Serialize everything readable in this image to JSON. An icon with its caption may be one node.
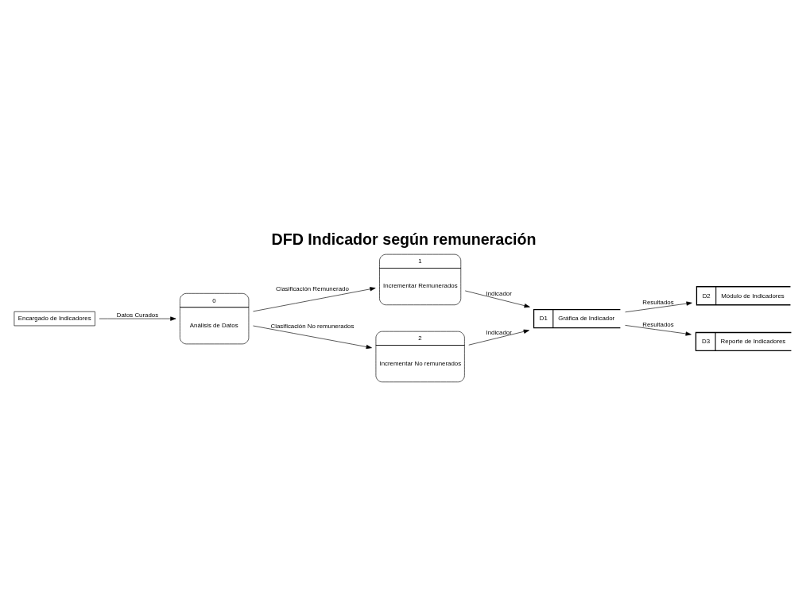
{
  "diagram": {
    "title": "DFD Indicador según remuneración",
    "nodes": [
      {
        "text": [
          "Encargado de Indicadores"
        ]
      },
      {
        "text": [
          "0",
          "Análisis de Datos"
        ]
      },
      {
        "text": [
          "1",
          "Incrementar Remunerados"
        ]
      },
      {
        "text": [
          "2",
          "Incrementar No remunerados"
        ]
      },
      {
        "text": [
          "D1",
          "Gráfica de Indicador"
        ]
      },
      {
        "text": [
          "D2",
          "Módulo de Indicadores"
        ]
      },
      {
        "text": [
          "D3",
          "Reporte de Indicadores"
        ]
      }
    ],
    "edges": [
      {
        "from": 0,
        "to": 1,
        "arrow": "to",
        "label": "Datos Curados"
      },
      {
        "from": 1,
        "to": 2,
        "arrow": "to",
        "label": "Clasificación Remunerado"
      },
      {
        "from": 1,
        "to": 3,
        "arrow": "to",
        "label": "Clasificación No remunerados"
      },
      {
        "from": 3,
        "to": 4,
        "arrow": "to",
        "label": "Indicador"
      },
      {
        "from": 2,
        "to": 4,
        "arrow": "to",
        "label": "Indicador"
      },
      {
        "from": 4,
        "to": 5,
        "arrow": "to",
        "label": "Resultados"
      },
      {
        "from": 4,
        "to": 6,
        "arrow": "to",
        "label": "Resultados"
      }
    ]
  }
}
